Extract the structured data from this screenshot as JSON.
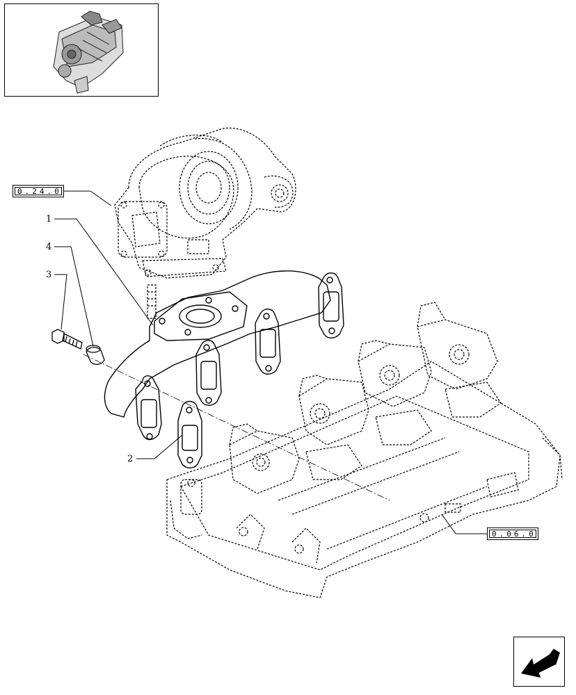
{
  "thumbnail": {
    "icon": "engine-thumbnail-icon"
  },
  "references": [
    {
      "id": "ref-0-24-0",
      "label": "0.24.0"
    },
    {
      "id": "ref-0-06-0",
      "label": "0.06.0"
    }
  ],
  "callouts": [
    {
      "id": "1",
      "label": "1"
    },
    {
      "id": "4",
      "label": "4"
    },
    {
      "id": "3",
      "label": "3"
    },
    {
      "id": "2",
      "label": "2"
    }
  ],
  "navigation": {
    "icon": "arrow-back-icon"
  }
}
